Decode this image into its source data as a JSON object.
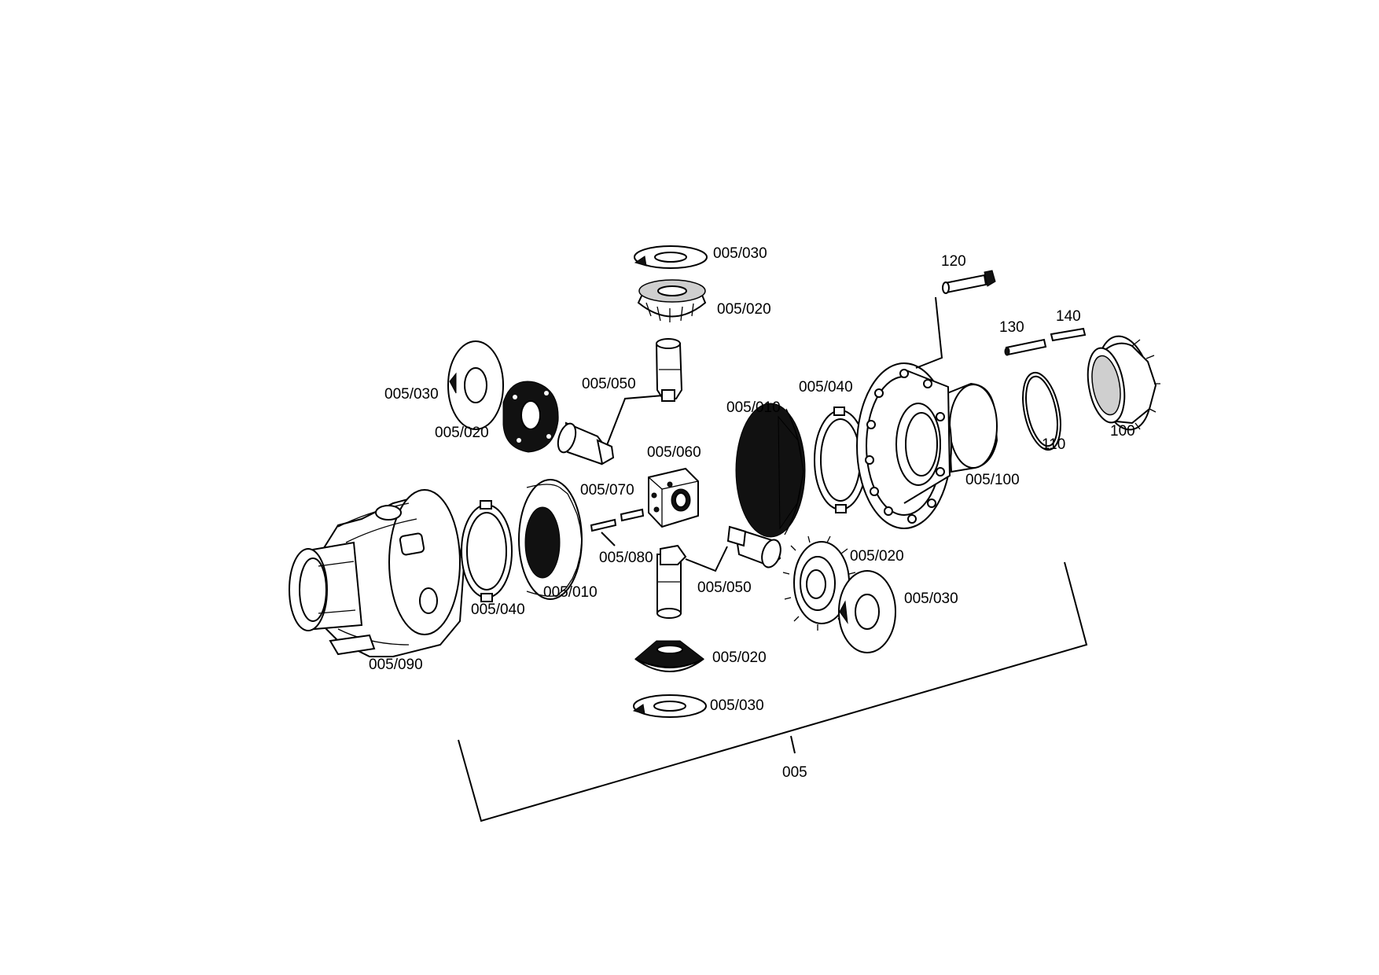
{
  "labels": {
    "top_thrust_washer": "005/030",
    "top_pinion": "005/020",
    "upper_left_thrust_washer": "005/030",
    "upper_left_pinion": "005/020",
    "upper_shaft": "005/050",
    "cross_block": "005/060",
    "pin_070": "005/070",
    "pin_080": "005/080",
    "lower_shaft": "005/050",
    "left_side_gear": "005/010",
    "left_shim": "005/040",
    "housing_left": "005/090",
    "right_side_gear": "005/010",
    "right_shim": "005/040",
    "housing_right": "005/100",
    "right_pinion": "005/020",
    "right_thrust_washer": "005/030",
    "bottom_pinion": "005/020",
    "bottom_thrust_washer": "005/030",
    "bolt": "120",
    "pin_130": "130",
    "pin_140": "140",
    "ring_110": "110",
    "ring_gear_100": "100",
    "assembly": "005"
  }
}
